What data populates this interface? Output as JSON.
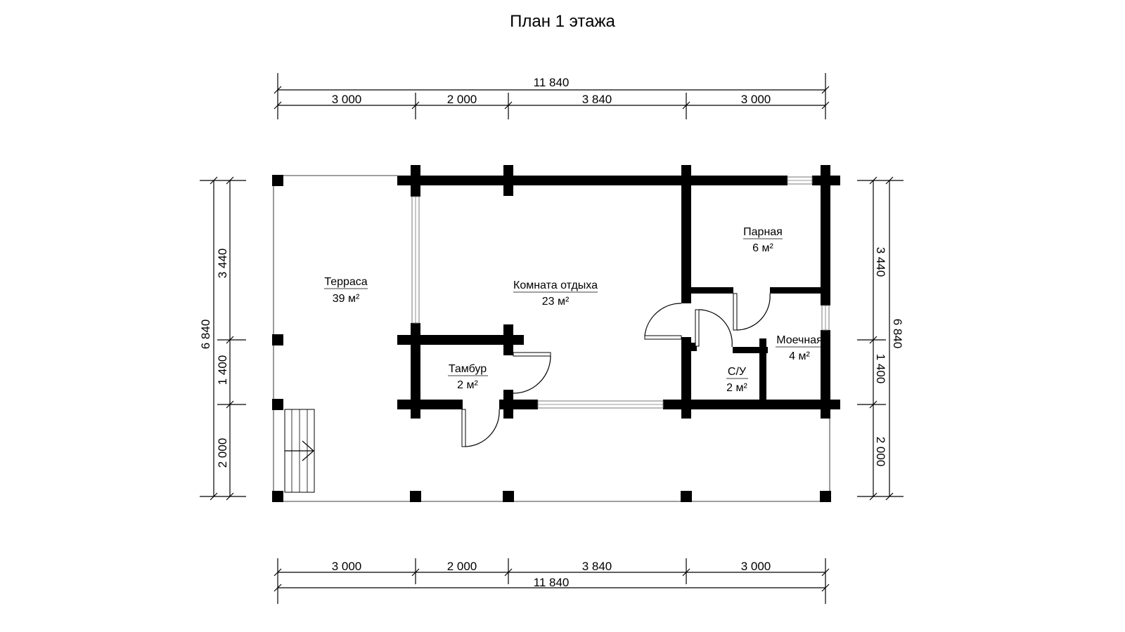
{
  "title": "План 1 этажа",
  "dimensions": {
    "top_total": "11 840",
    "top_segments": [
      "3 000",
      "2 000",
      "3 840",
      "3 000"
    ],
    "bottom_segments": [
      "3 000",
      "2 000",
      "3 840",
      "3 000"
    ],
    "bottom_total": "11 840",
    "left_total": "6 840",
    "left_segments": [
      "3 440",
      "1 400",
      "2 000"
    ],
    "right_segments": [
      "3 440",
      "1 400",
      "2 000"
    ],
    "right_total": "6 840"
  },
  "rooms": {
    "terrace": {
      "name": "Терраса",
      "area": "39 м²"
    },
    "lounge": {
      "name": "Комната отдыха",
      "area": "23 м²"
    },
    "steam": {
      "name": "Парная",
      "area": "6 м²"
    },
    "wash": {
      "name": "Моечная",
      "area": "4 м²"
    },
    "vestibule": {
      "name": "Тамбур",
      "area": "2 м²"
    },
    "wc": {
      "name": "С/У",
      "area": "2 м²"
    }
  },
  "colors": {
    "wall": "#000000",
    "background": "#ffffff"
  }
}
